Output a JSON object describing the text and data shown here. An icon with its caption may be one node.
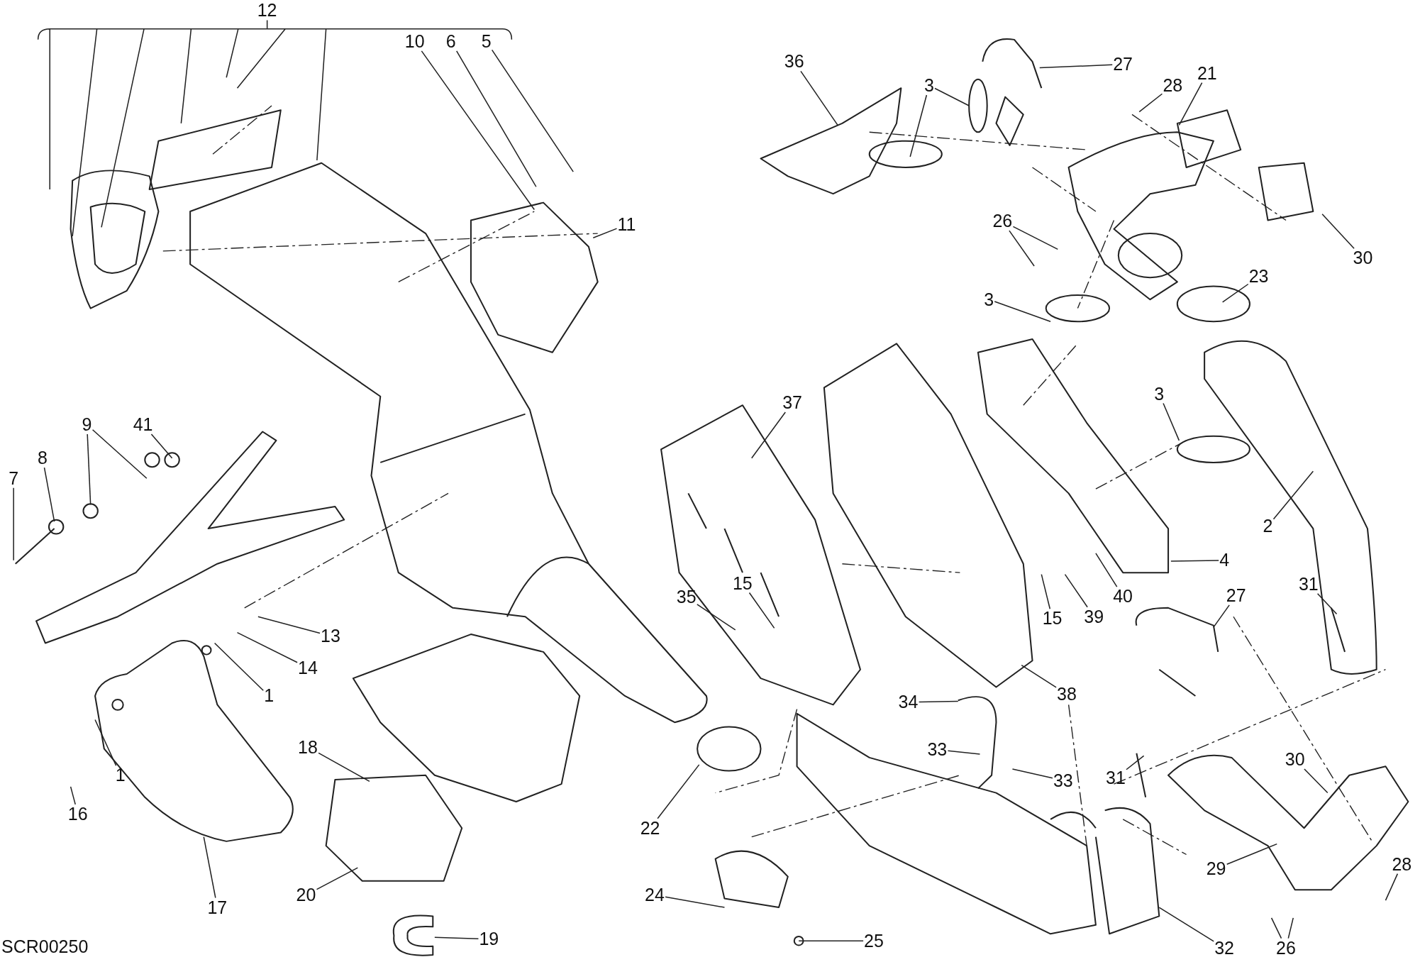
{
  "diagram": {
    "nodes": [
      {
        "text": [
          "12"
        ]
      },
      {
        "text": [
          "10"
        ]
      },
      {
        "text": [
          "6"
        ]
      },
      {
        "text": [
          "5"
        ]
      },
      {
        "text": [
          "11"
        ]
      },
      {
        "text": [
          "41"
        ]
      },
      {
        "text": [
          "9"
        ]
      },
      {
        "text": [
          "8"
        ]
      },
      {
        "text": [
          "7"
        ]
      },
      {
        "text": [
          "13"
        ]
      },
      {
        "text": [
          "14"
        ]
      },
      {
        "text": [
          "1"
        ]
      },
      {
        "text": [
          "1"
        ]
      },
      {
        "text": [
          "16"
        ]
      },
      {
        "text": [
          "17"
        ]
      },
      {
        "text": [
          "18"
        ]
      },
      {
        "text": [
          "20"
        ]
      },
      {
        "text": [
          "19"
        ]
      },
      {
        "text": [
          "22"
        ]
      },
      {
        "text": [
          "24"
        ]
      },
      {
        "text": [
          "25"
        ]
      },
      {
        "text": [
          "35"
        ]
      },
      {
        "text": [
          "15"
        ]
      },
      {
        "text": [
          "37"
        ]
      },
      {
        "text": [
          "38"
        ]
      },
      {
        "text": [
          "34"
        ]
      },
      {
        "text": [
          "33"
        ]
      },
      {
        "text": [
          "33"
        ]
      },
      {
        "text": [
          "36"
        ]
      },
      {
        "text": [
          "3"
        ]
      },
      {
        "text": [
          "27"
        ]
      },
      {
        "text": [
          "28"
        ]
      },
      {
        "text": [
          "21"
        ]
      },
      {
        "text": [
          "30"
        ]
      },
      {
        "text": [
          "26"
        ]
      },
      {
        "text": [
          "23"
        ]
      },
      {
        "text": [
          "3"
        ]
      },
      {
        "text": [
          "3"
        ]
      },
      {
        "text": [
          "2"
        ]
      },
      {
        "text": [
          "4"
        ]
      },
      {
        "text": [
          "15"
        ]
      },
      {
        "text": [
          "39"
        ]
      },
      {
        "text": [
          "40"
        ]
      },
      {
        "text": [
          "27"
        ]
      },
      {
        "text": [
          "31"
        ]
      },
      {
        "text": [
          "31"
        ]
      },
      {
        "text": [
          "30"
        ]
      },
      {
        "text": [
          "29"
        ]
      },
      {
        "text": [
          "32"
        ]
      },
      {
        "text": [
          "28"
        ]
      },
      {
        "text": [
          "26"
        ]
      }
    ],
    "edges": [
      {
        "from": 0,
        "to": null,
        "arrow": "none"
      },
      {
        "from": 1,
        "to": null,
        "arrow": "none"
      },
      {
        "from": 2,
        "to": null,
        "arrow": "none"
      },
      {
        "from": 3,
        "to": null,
        "arrow": "none"
      },
      {
        "from": 4,
        "to": null,
        "arrow": "none"
      },
      {
        "from": 5,
        "to": null,
        "arrow": "none"
      },
      {
        "from": 6,
        "to": null,
        "arrow": "none"
      },
      {
        "from": 6,
        "to": null,
        "arrow": "none"
      },
      {
        "from": 7,
        "to": null,
        "arrow": "none"
      },
      {
        "from": 8,
        "to": null,
        "arrow": "none"
      },
      {
        "from": 9,
        "to": null,
        "arrow": "none"
      },
      {
        "from": 10,
        "to": null,
        "arrow": "none"
      },
      {
        "from": 11,
        "to": null,
        "arrow": "none"
      },
      {
        "from": 12,
        "to": null,
        "arrow": "none"
      },
      {
        "from": 13,
        "to": null,
        "arrow": "none"
      },
      {
        "from": 14,
        "to": null,
        "arrow": "none"
      },
      {
        "from": 15,
        "to": null,
        "arrow": "none"
      },
      {
        "from": 16,
        "to": null,
        "arrow": "none"
      },
      {
        "from": 17,
        "to": null,
        "arrow": "none"
      },
      {
        "from": 18,
        "to": null,
        "arrow": "none"
      },
      {
        "from": 19,
        "to": null,
        "arrow": "none"
      },
      {
        "from": 20,
        "to": null,
        "arrow": "none"
      },
      {
        "from": 21,
        "to": null,
        "arrow": "none"
      },
      {
        "from": 22,
        "to": null,
        "arrow": "none"
      },
      {
        "from": 23,
        "to": null,
        "arrow": "none"
      },
      {
        "from": 24,
        "to": null,
        "arrow": "none"
      },
      {
        "from": 25,
        "to": null,
        "arrow": "none"
      },
      {
        "from": 26,
        "to": null,
        "arrow": "none"
      },
      {
        "from": 27,
        "to": null,
        "arrow": "none"
      },
      {
        "from": 28,
        "to": null,
        "arrow": "none"
      },
      {
        "from": 29,
        "to": null,
        "arrow": "none"
      },
      {
        "from": 29,
        "to": null,
        "arrow": "none"
      },
      {
        "from": 30,
        "to": null,
        "arrow": "none"
      },
      {
        "from": 31,
        "to": null,
        "arrow": "none"
      },
      {
        "from": 32,
        "to": null,
        "arrow": "none"
      },
      {
        "from": 33,
        "to": null,
        "arrow": "none"
      },
      {
        "from": 34,
        "to": null,
        "arrow": "none"
      },
      {
        "from": 34,
        "to": null,
        "arrow": "none"
      },
      {
        "from": 35,
        "to": null,
        "arrow": "none"
      },
      {
        "from": 36,
        "to": null,
        "arrow": "none"
      },
      {
        "from": 37,
        "to": null,
        "arrow": "none"
      },
      {
        "from": 38,
        "to": null,
        "arrow": "none"
      },
      {
        "from": 39,
        "to": null,
        "arrow": "none"
      },
      {
        "from": 40,
        "to": null,
        "arrow": "none"
      },
      {
        "from": 41,
        "to": null,
        "arrow": "none"
      },
      {
        "from": 42,
        "to": null,
        "arrow": "none"
      },
      {
        "from": 43,
        "to": null,
        "arrow": "none"
      },
      {
        "from": 44,
        "to": null,
        "arrow": "none"
      },
      {
        "from": 45,
        "to": null,
        "arrow": "none"
      },
      {
        "from": 46,
        "to": null,
        "arrow": "none"
      },
      {
        "from": 47,
        "to": null,
        "arrow": "none"
      },
      {
        "from": 48,
        "to": null,
        "arrow": "none"
      },
      {
        "from": 49,
        "to": null,
        "arrow": "none"
      },
      {
        "from": 50,
        "to": null,
        "arrow": "none"
      },
      {
        "from": 50,
        "to": null,
        "arrow": "none"
      }
    ],
    "labels": [
      "SCR00250"
    ]
  }
}
